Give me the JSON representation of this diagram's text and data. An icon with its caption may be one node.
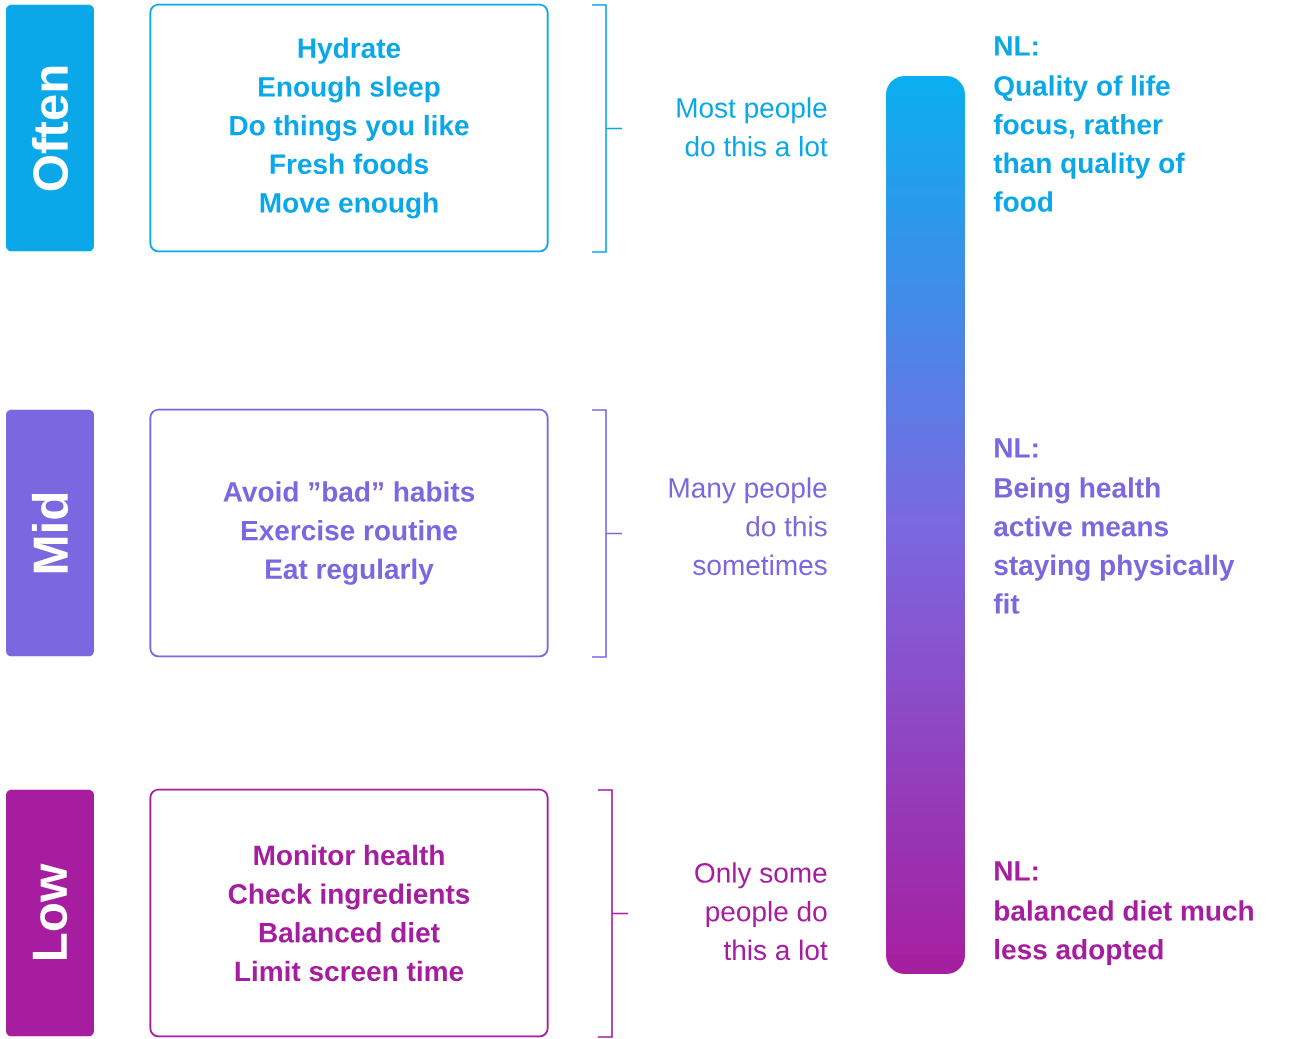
{
  "diagram": {
    "nodes": [
      {
        "text": [
          "Often"
        ]
      },
      {
        "text": [
          "Hydrate",
          "Enough sleep",
          "Do things you like",
          "Fresh foods",
          "Move enough"
        ]
      },
      {
        "text": [
          "Mid"
        ]
      },
      {
        "text": [
          "Avoid ”bad” habits",
          "Exercise routine",
          "Eat regularly"
        ]
      },
      {
        "text": [
          "Low"
        ]
      },
      {
        "text": [
          "Monitor health",
          "Check ingredients",
          "Balanced diet",
          "Limit screen time"
        ]
      },
      {
        "text": [],
        "shape": "bar"
      }
    ],
    "labels": [
      "NL:",
      "Quality of life focus, rather than quality of food",
      "Most people do this a lot",
      "NL:",
      "Being health active means staying physically fit",
      "Many people do this sometimes",
      "NL:",
      "balanced diet much less adopted",
      "Only some people do this a lot"
    ]
  }
}
